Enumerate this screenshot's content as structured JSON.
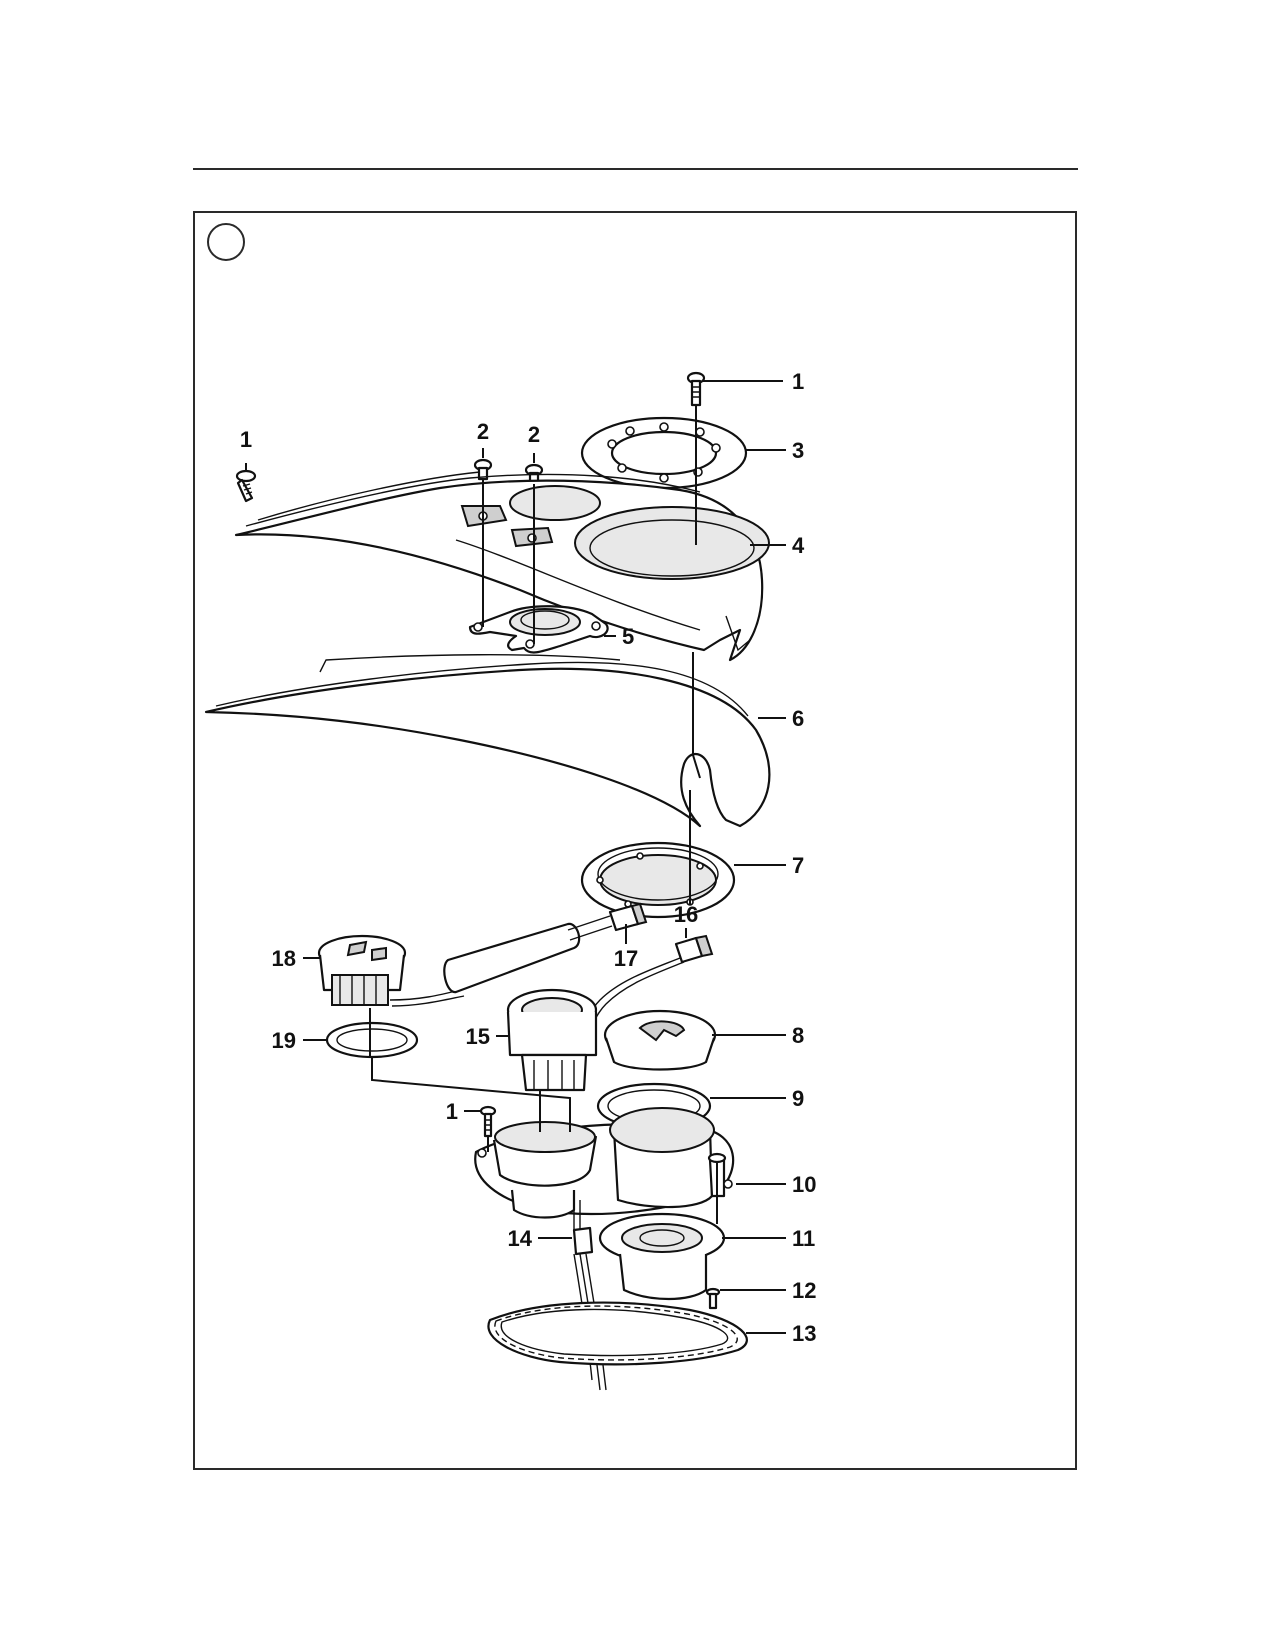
{
  "figure": {
    "badge_label": "",
    "callouts": [
      {
        "id": "c1a",
        "label": "1"
      },
      {
        "id": "c1b",
        "label": "1"
      },
      {
        "id": "c1c",
        "label": "1"
      },
      {
        "id": "c2a",
        "label": "2"
      },
      {
        "id": "c2b",
        "label": "2"
      },
      {
        "id": "c3",
        "label": "3"
      },
      {
        "id": "c4",
        "label": "4"
      },
      {
        "id": "c5",
        "label": "5"
      },
      {
        "id": "c6",
        "label": "6"
      },
      {
        "id": "c7",
        "label": "7"
      },
      {
        "id": "c8",
        "label": "8"
      },
      {
        "id": "c9",
        "label": "9"
      },
      {
        "id": "c10",
        "label": "10"
      },
      {
        "id": "c11",
        "label": "11"
      },
      {
        "id": "c12",
        "label": "12"
      },
      {
        "id": "c13",
        "label": "13"
      },
      {
        "id": "c14",
        "label": "14"
      },
      {
        "id": "c15",
        "label": "15"
      },
      {
        "id": "c16",
        "label": "16"
      },
      {
        "id": "c17",
        "label": "17"
      },
      {
        "id": "c18",
        "label": "18"
      },
      {
        "id": "c19",
        "label": "19"
      }
    ]
  }
}
